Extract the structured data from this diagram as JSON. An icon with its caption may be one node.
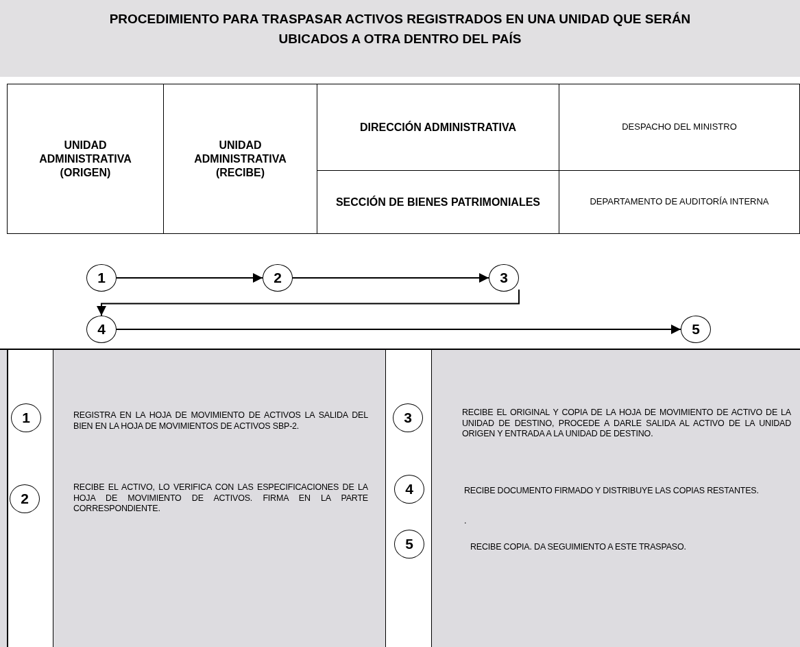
{
  "diagram": {
    "title": "PROCEDIMIENTO PARA TRASPASAR ACTIVOS REGISTRADOS EN UNA UNIDAD QUE SERÁN UBICADOS A OTRA DENTRO DEL PAÍS",
    "nodes": [
      {
        "text": [
          "UNIDAD ADMINISTRATIVA (ORIGEN)"
        ]
      },
      {
        "text": [
          "UNIDAD ADMINISTRATIVA (RECIBE)"
        ]
      },
      {
        "text": [
          "DIRECCIÓN ADMINISTRATIVA"
        ]
      },
      {
        "text": [
          "DESPACHO DEL MINISTRO"
        ]
      },
      {
        "text": [
          "SECCIÓN DE BIENES PATRIMONIALES"
        ]
      },
      {
        "text": [
          "DEPARTAMENTO DE AUDITORÍA INTERNA"
        ]
      },
      {
        "text": [
          "1"
        ]
      },
      {
        "text": [
          "2"
        ]
      },
      {
        "text": [
          "3"
        ]
      },
      {
        "text": [
          "4"
        ]
      },
      {
        "text": [
          "5"
        ]
      },
      {
        "text": [
          "1"
        ]
      },
      {
        "text": [
          "2"
        ]
      },
      {
        "text": [
          "3"
        ]
      },
      {
        "text": [
          "4"
        ]
      },
      {
        "text": [
          "5"
        ]
      }
    ],
    "edges": [
      {
        "from": 6,
        "to": 7,
        "arrow": "to"
      },
      {
        "from": 7,
        "to": 8,
        "arrow": "to"
      },
      {
        "from": 8,
        "to": 9,
        "arrow": "to"
      },
      {
        "from": 9,
        "to": 10,
        "arrow": "to"
      }
    ],
    "labels": [
      "REGISTRA EN LA HOJA DE MOVIMIENTO DE ACTIVOS LA SALIDA DEL BIEN EN LA HOJA DE MOVIMIENTOS DE ACTIVOS SBP-2.",
      "RECIBE EL ORIGINAL Y COPIA DE LA HOJA DE MOVIMIENTO DE ACTIVO DE LA UNIDAD DE DESTINO, PROCEDE A DARLE SALIDA AL ACTIVO DE LA UNIDAD ORIGEN Y ENTRADA A LA UNIDAD DE DESTINO.",
      "RECIBE EL ACTIVO, LO VERIFICA CON LAS ESPECIFICACIONES DE LA HOJA DE MOVIMIENTO DE ACTIVOS. FIRMA EN LA PARTE CORRESPONDIENTE.",
      "RECIBE DOCUMENTO FIRMADO Y DISTRIBUYE LAS COPIAS RESTANTES.",
      ".",
      "RECIBE COPIA. DA SEGUIMIENTO A ESTE TRASPASO."
    ]
  }
}
